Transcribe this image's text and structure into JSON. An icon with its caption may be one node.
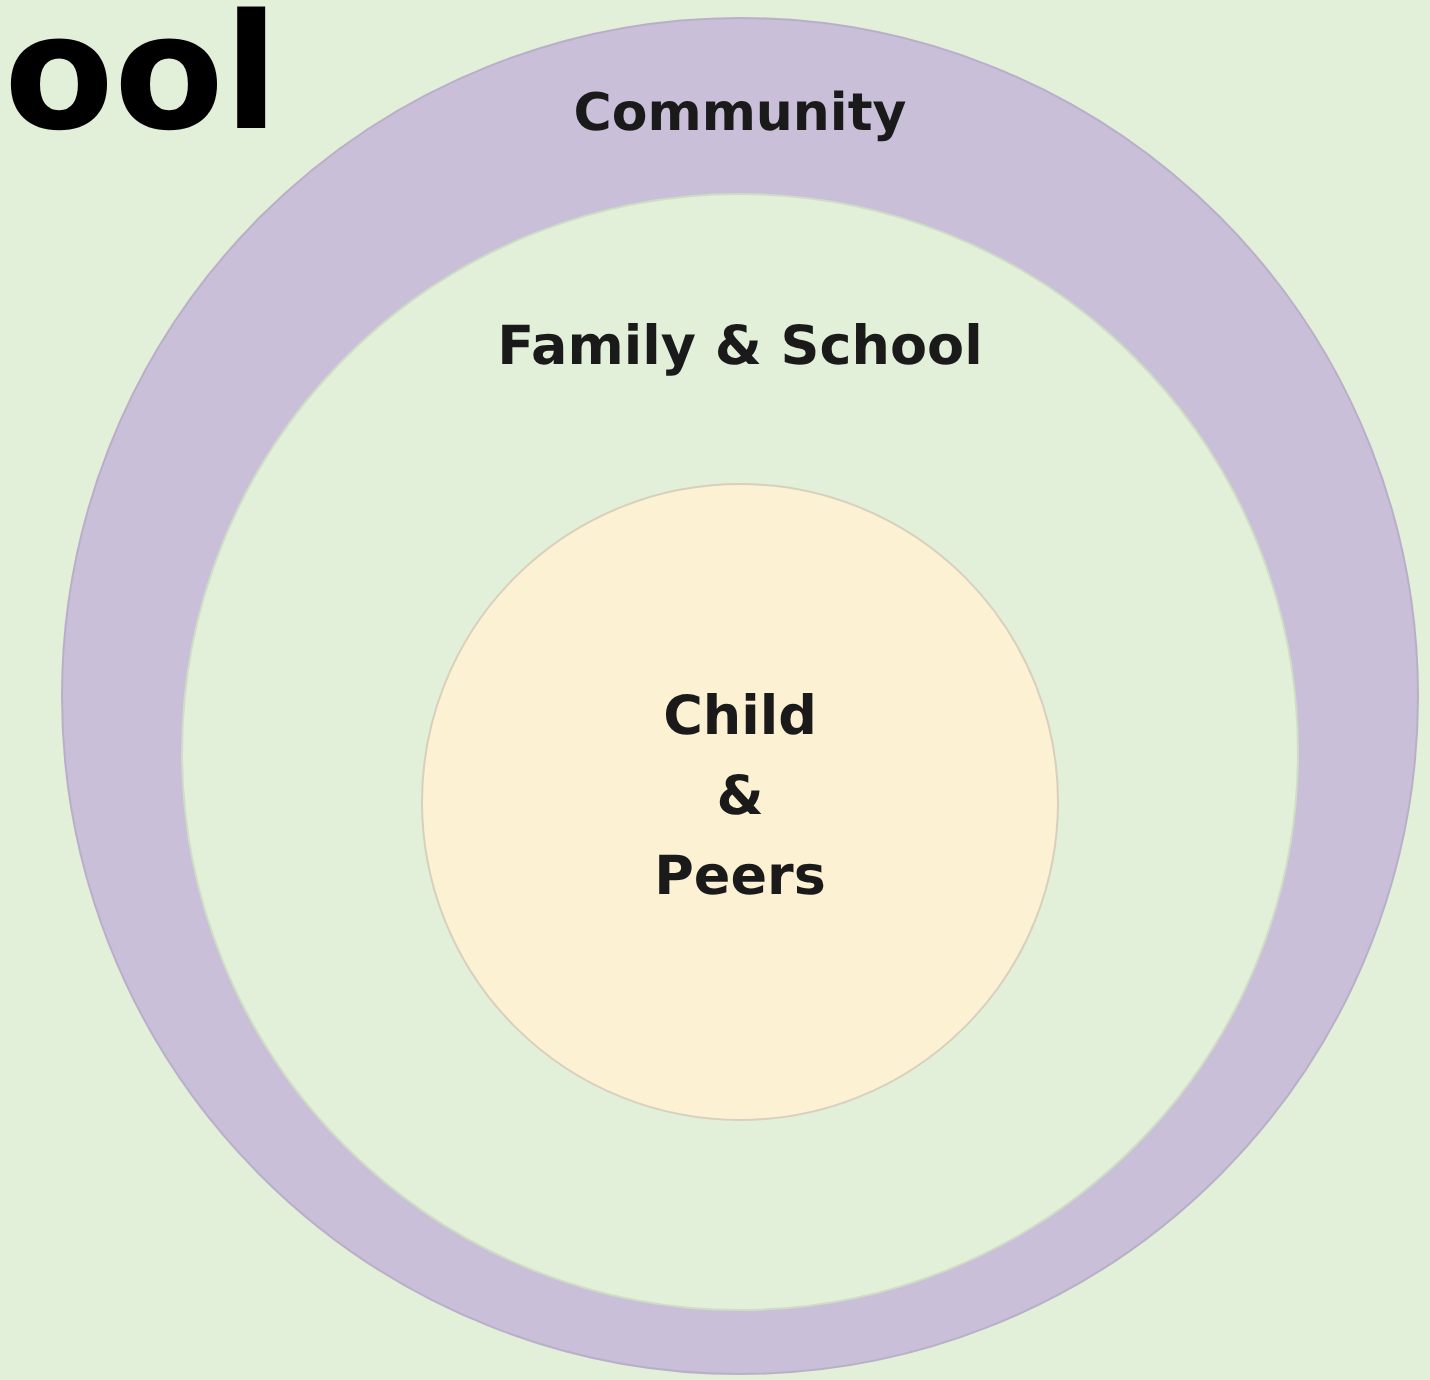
{
  "diagram": {
    "nodes": [
      {
        "text": [
          "Community"
        ]
      },
      {
        "text": [
          "Family & School"
        ],
        "in": 0
      },
      {
        "text": [
          "Child & Peers"
        ],
        "in": 1
      }
    ],
    "edges": [],
    "labels": [
      "ool"
    ]
  }
}
